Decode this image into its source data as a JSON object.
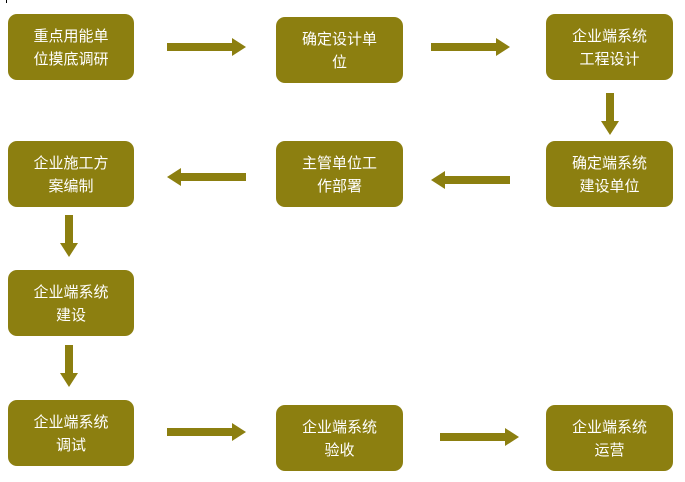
{
  "colors": {
    "node_fill": "#8c7f10",
    "node_text": "#ffffff",
    "arrow": "#8c7f10",
    "background": "#ffffff"
  },
  "nodes": [
    {
      "id": "n1",
      "label": "重点用能单\n位摸底调研"
    },
    {
      "id": "n2",
      "label": "确定设计单\n位"
    },
    {
      "id": "n3",
      "label": "企业端系统\n工程设计"
    },
    {
      "id": "n4",
      "label": "确定端系统\n建设单位"
    },
    {
      "id": "n5",
      "label": "主管单位工\n作部署"
    },
    {
      "id": "n6",
      "label": "企业施工方\n案编制"
    },
    {
      "id": "n7",
      "label": "企业端系统\n建设"
    },
    {
      "id": "n8",
      "label": "企业端系统\n调试"
    },
    {
      "id": "n9",
      "label": "企业端系统\n验收"
    },
    {
      "id": "n10",
      "label": "企业端系统\n运营"
    }
  ],
  "edges": [
    {
      "from": "n1",
      "to": "n2"
    },
    {
      "from": "n2",
      "to": "n3"
    },
    {
      "from": "n3",
      "to": "n4"
    },
    {
      "from": "n4",
      "to": "n5"
    },
    {
      "from": "n5",
      "to": "n6"
    },
    {
      "from": "n6",
      "to": "n7"
    },
    {
      "from": "n7",
      "to": "n8"
    },
    {
      "from": "n8",
      "to": "n9"
    },
    {
      "from": "n9",
      "to": "n10"
    }
  ]
}
